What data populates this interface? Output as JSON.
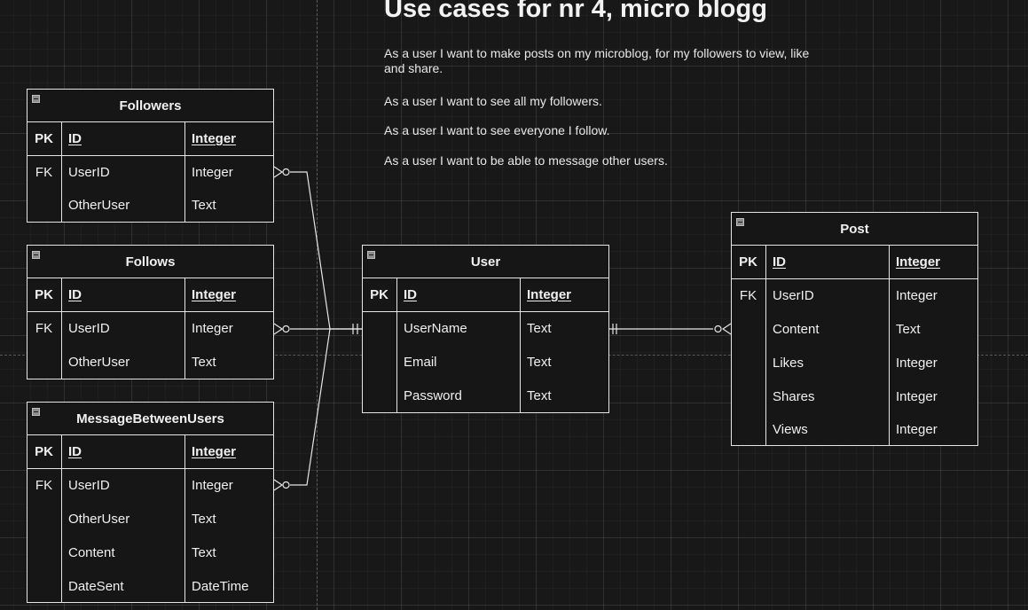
{
  "diagram": {
    "title": "Use cases for nr 4, micro blogg",
    "use_cases": [
      "As a user I want to make posts on my microblog, for my followers to view, like and share.",
      "As a user I want to see all my followers.",
      "As a user I want to see everyone I follow.",
      "As a user I want to be able to message other users."
    ]
  },
  "tables": {
    "followers": {
      "name": "Followers",
      "rows": [
        {
          "key": "PK",
          "field": "ID",
          "type": "Integer"
        },
        {
          "key": "FK",
          "field": "UserID",
          "type": "Integer"
        },
        {
          "key": "",
          "field": "OtherUser",
          "type": "Text"
        }
      ]
    },
    "follows": {
      "name": "Follows",
      "rows": [
        {
          "key": "PK",
          "field": "ID",
          "type": "Integer"
        },
        {
          "key": "FK",
          "field": "UserID",
          "type": "Integer"
        },
        {
          "key": "",
          "field": "OtherUser",
          "type": "Text"
        }
      ]
    },
    "messages": {
      "name": "MessageBetweenUsers",
      "rows": [
        {
          "key": "PK",
          "field": "ID",
          "type": "Integer"
        },
        {
          "key": "FK",
          "field": "UserID",
          "type": "Integer"
        },
        {
          "key": "",
          "field": "OtherUser",
          "type": "Text"
        },
        {
          "key": "",
          "field": "Content",
          "type": "Text"
        },
        {
          "key": "",
          "field": "DateSent",
          "type": "DateTime"
        }
      ]
    },
    "user": {
      "name": "User",
      "rows": [
        {
          "key": "PK",
          "field": "ID",
          "type": "Integer"
        },
        {
          "key": "",
          "field": "UserName",
          "type": "Text"
        },
        {
          "key": "",
          "field": "Email",
          "type": "Text"
        },
        {
          "key": "",
          "field": "Password",
          "type": "Text"
        }
      ]
    },
    "post": {
      "name": "Post",
      "rows": [
        {
          "key": "PK",
          "field": "ID",
          "type": "Integer"
        },
        {
          "key": "FK",
          "field": "UserID",
          "type": "Integer"
        },
        {
          "key": "",
          "field": "Content",
          "type": "Text"
        },
        {
          "key": "",
          "field": "Likes",
          "type": "Integer"
        },
        {
          "key": "",
          "field": "Shares",
          "type": "Integer"
        },
        {
          "key": "",
          "field": "Views",
          "type": "Integer"
        }
      ]
    }
  },
  "colors": {
    "canvas": "#181818",
    "stroke": "#e6e6e6",
    "text": "#f0f0f0"
  }
}
